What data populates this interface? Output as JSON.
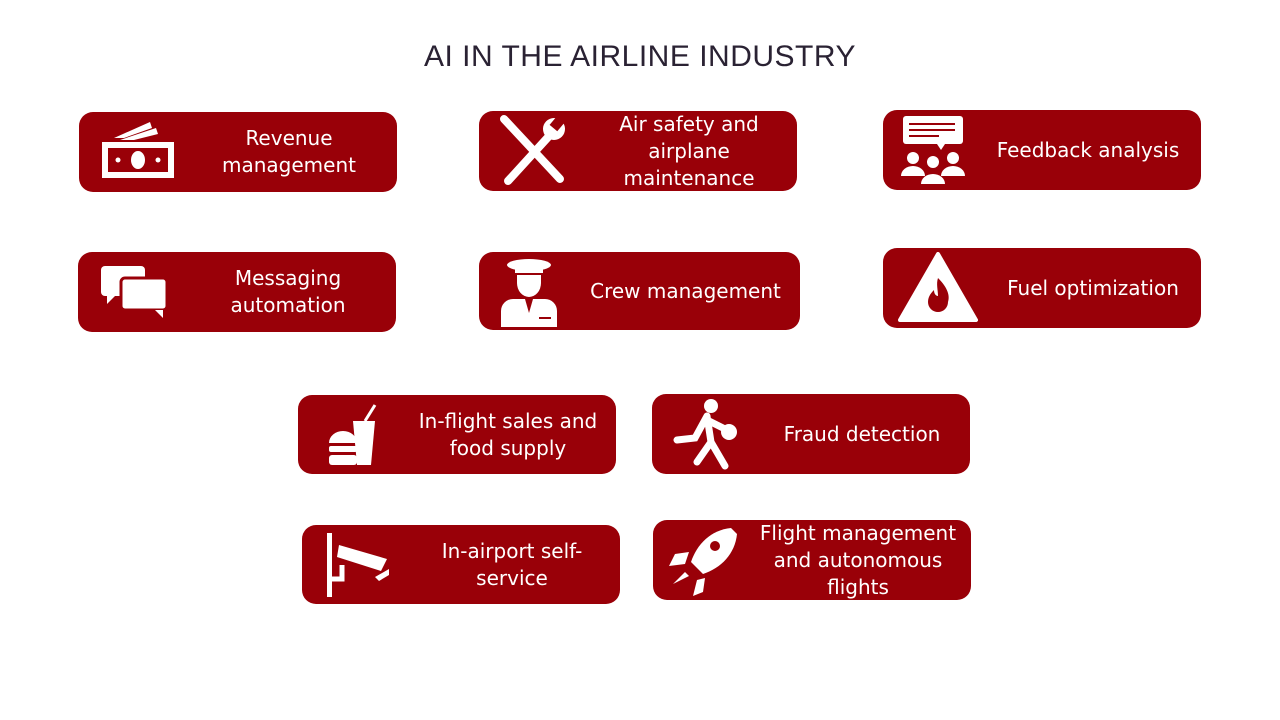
{
  "title": "AI IN THE AIRLINE INDUSTRY",
  "items": [
    {
      "label": "Revenue management",
      "icon": "money-icon"
    },
    {
      "label": "Air safety and airplane maintenance",
      "icon": "tools-icon"
    },
    {
      "label": "Feedback analysis",
      "icon": "feedback-icon"
    },
    {
      "label": "Messaging automation",
      "icon": "chat-icon"
    },
    {
      "label": "Crew management",
      "icon": "pilot-icon"
    },
    {
      "label": "Fuel optimization",
      "icon": "fire-warning-icon"
    },
    {
      "label": "In-flight sales and food supply",
      "icon": "food-icon"
    },
    {
      "label": "Fraud detection",
      "icon": "thief-icon"
    },
    {
      "label": "In-airport self-service",
      "icon": "camera-icon"
    },
    {
      "label": "Flight management and autonomous flights",
      "icon": "rocket-icon"
    }
  ],
  "colors": {
    "card": "#990008",
    "title": "#2a2233"
  }
}
